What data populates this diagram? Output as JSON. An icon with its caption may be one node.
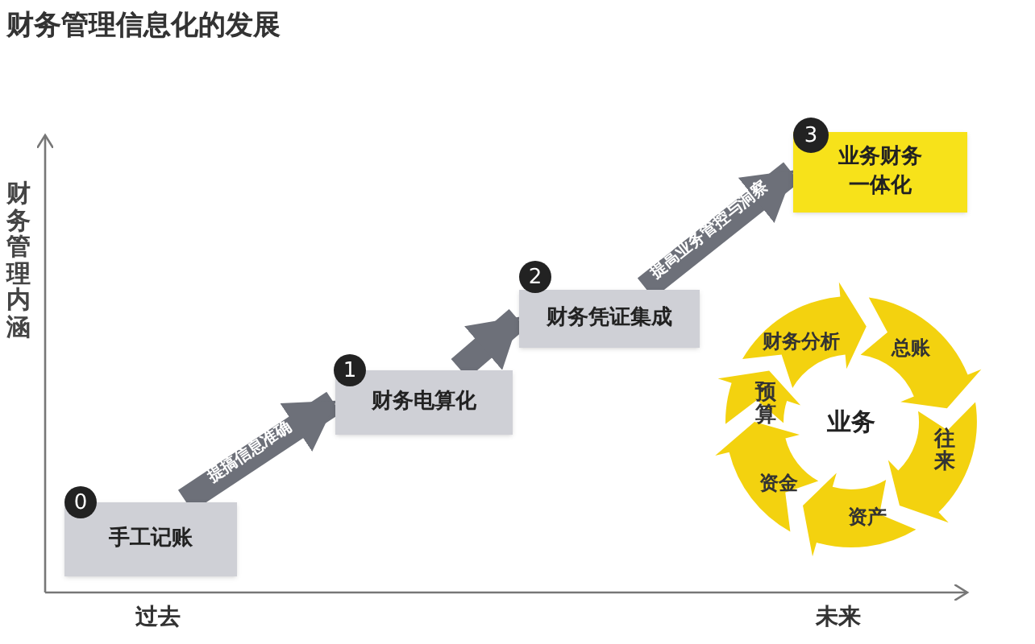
{
  "diagram": {
    "title": "财务管理信息化的发展",
    "nodes": [
      {
        "text": [
          "手工记账"
        ]
      },
      {
        "text": [
          "0"
        ]
      },
      {
        "text": [
          "财务电算化"
        ]
      },
      {
        "text": [
          "1"
        ]
      },
      {
        "text": [
          "财务凭证集成"
        ]
      },
      {
        "text": [
          "2"
        ]
      },
      {
        "text": [
          "业务财务一体化"
        ]
      },
      {
        "text": [
          "3"
        ]
      }
    ],
    "edges": [
      {
        "from": 0,
        "to": 2,
        "arrow": "to",
        "label": "提搞信息准确"
      },
      {
        "from": 2,
        "to": 4,
        "arrow": "to"
      },
      {
        "from": 4,
        "to": 6,
        "arrow": "to",
        "label": "提高业务管控与洞察"
      }
    ],
    "labels": [
      "财务管理内涵",
      "财务分析",
      "总账",
      "预算",
      "业务",
      "往来",
      "资金",
      "资产",
      "过去",
      "未来"
    ]
  }
}
